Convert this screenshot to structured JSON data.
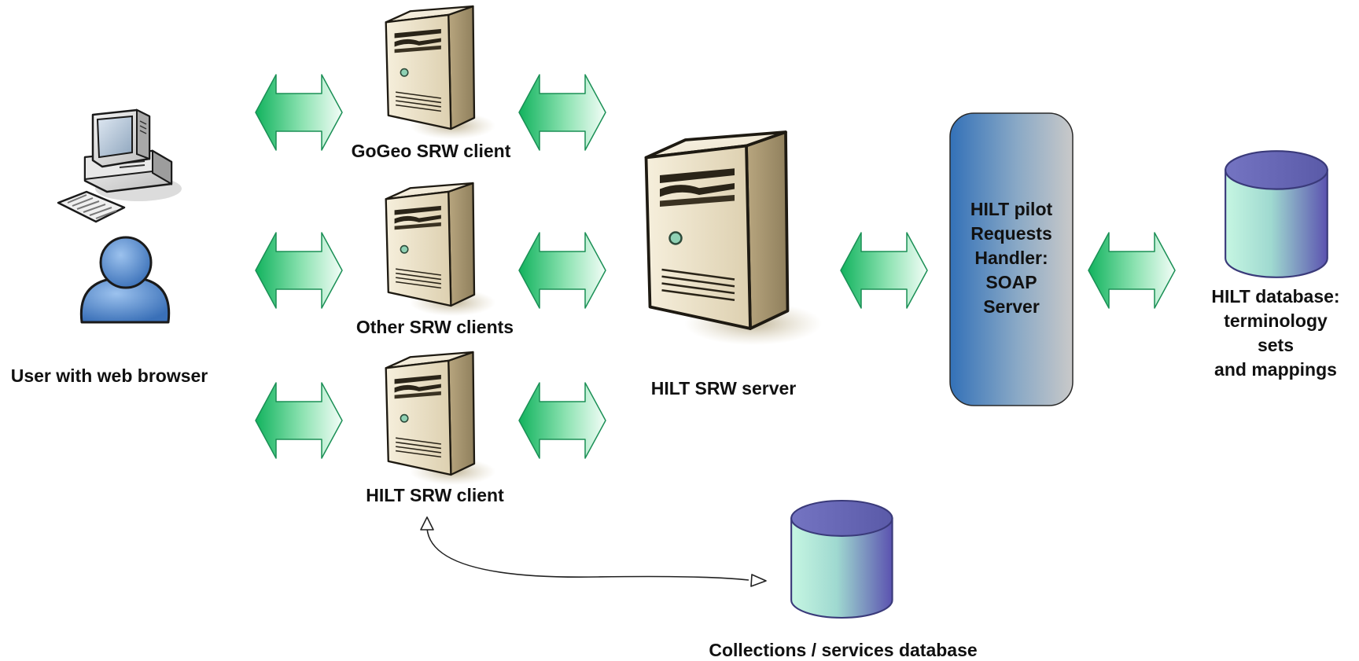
{
  "labels": {
    "user": "User with web browser",
    "gogeo_client": "GoGeo SRW client",
    "other_clients": "Other SRW clients",
    "hilt_client": "HILT SRW client",
    "hilt_server": "HILT SRW server",
    "handler": [
      "HILT pilot",
      "Requests",
      "Handler:",
      "SOAP",
      "Server"
    ],
    "hilt_db": [
      "HILT database:",
      "terminology",
      "sets",
      "and mappings"
    ],
    "collections_db": "Collections / services database"
  },
  "colors": {
    "arrow_green": "#1fbe6a",
    "db_top": "#6a6ab8",
    "db_body_light": "#bff2de",
    "handler_blue": "#3b7dbd",
    "server_beige": "#e8dcc0",
    "user_blue": "#5a8fd0"
  },
  "icons": {
    "user": "user-person-icon",
    "computer": "desktop-computer-icon",
    "server": "server-tower-icon",
    "database": "database-cylinder-icon",
    "arrow": "double-headed-arrow-icon"
  }
}
